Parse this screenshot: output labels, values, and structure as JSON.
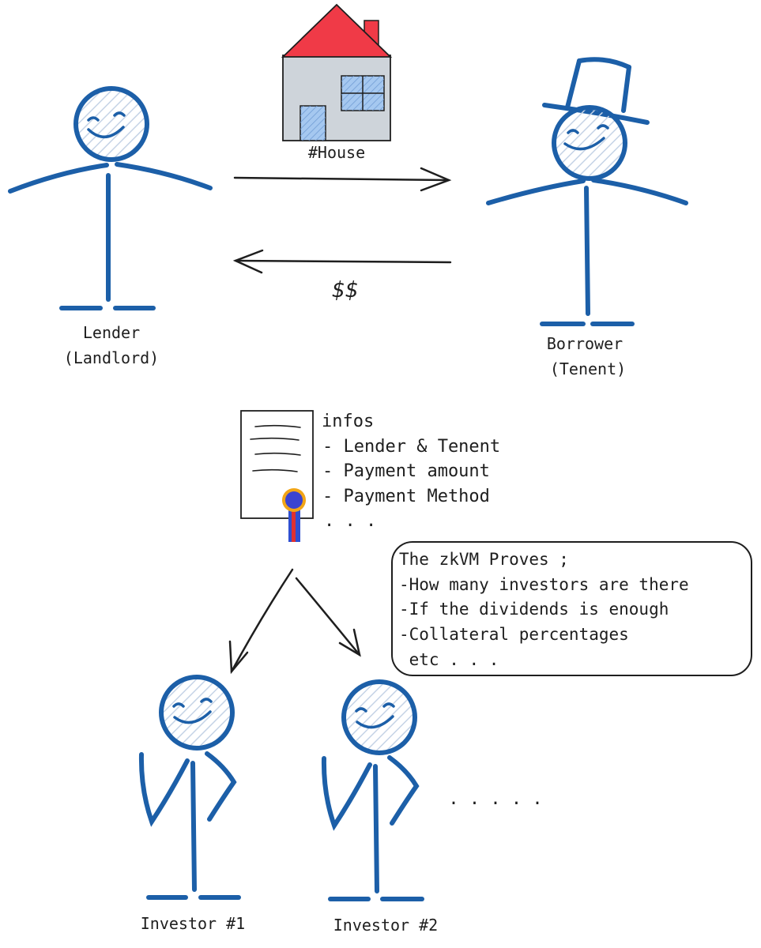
{
  "colors": {
    "figure": "#1c5fa8",
    "ink": "#1e1e1e",
    "roof": "#f03a47",
    "wall": "#ced4da",
    "window_fill": "#a5c8f0",
    "head_hatch": "#c5d3e6",
    "seal": "#3b44d1",
    "ribbon_red": "#e03131",
    "ribbon_blue": "#2f4fd1",
    "seal_edge": "#f2a516"
  },
  "house": {
    "label": "#House"
  },
  "arrows": {
    "payment_label": "$$"
  },
  "lender": {
    "line1": "Lender",
    "line2": "(Landlord)"
  },
  "borrower": {
    "line1": "Borrower",
    "line2": "(Tenent)"
  },
  "contract": {
    "heading": "infos",
    "items": [
      "- Lender & Tenent",
      "- Payment amount",
      "- Payment Method",
      ". . ."
    ]
  },
  "note": {
    "lines": [
      "The zkVM Proves ;",
      "-How many investors are there",
      "-If the dividends is enough",
      "-Collateral percentages",
      " etc . . ."
    ]
  },
  "investors": [
    {
      "label": "Investor #1"
    },
    {
      "label": "Investor #2"
    }
  ],
  "more_investors": ". . . . ."
}
